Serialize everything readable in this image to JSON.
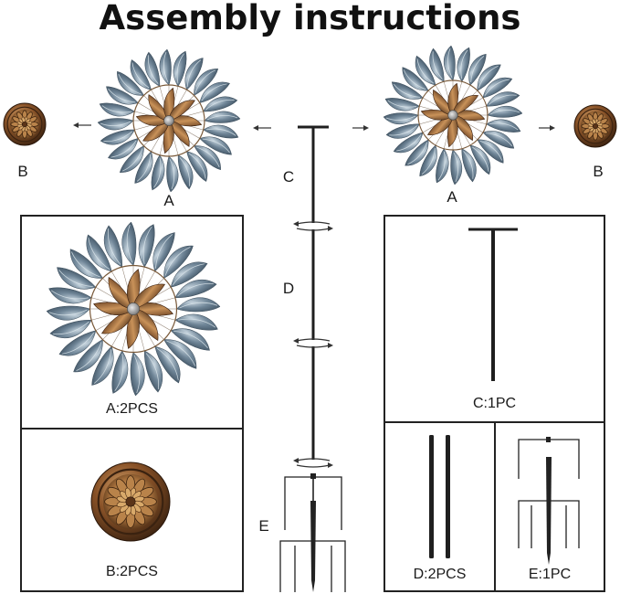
{
  "title": "Assembly instructions",
  "labels": {
    "b_left": "B",
    "a_left": "A",
    "c": "C",
    "d": "D",
    "e": "E",
    "a_right": "A",
    "b_right": "B"
  },
  "parts": [
    {
      "key": "a",
      "caption": "A:2PCS"
    },
    {
      "key": "b",
      "caption": "B:2PCS"
    },
    {
      "key": "c",
      "caption": "C:1PC"
    },
    {
      "key": "d",
      "caption": "D:2PCS"
    },
    {
      "key": "e",
      "caption": "E:1PC"
    }
  ],
  "colors": {
    "blade_blue": "#5e7486",
    "blade_highlight": "#b7c7d3",
    "petal_copper": "#7a4a24",
    "petal_highlight": "#c9935b",
    "pole": "#1f1f1f",
    "frame": "#222222"
  }
}
